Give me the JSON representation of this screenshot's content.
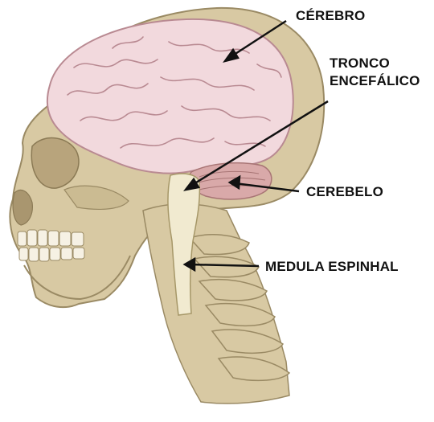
{
  "labels": {
    "cerebro": "CÉREBRO",
    "tronco_line1": "TRONCO",
    "tronco_line2": "ENCEFÁLICO",
    "cerebelo": "CEREBELO",
    "medula": "MEDULA ESPINHAL"
  },
  "colors": {
    "bone": "#d8c9a3",
    "bone_outline": "#9a8a64",
    "brain": "#f2d9dd",
    "brain_outline": "#b98a92",
    "cerebellum": "#d9a9a9",
    "spinal_cord": "#f1ead0",
    "text": "#111111"
  }
}
